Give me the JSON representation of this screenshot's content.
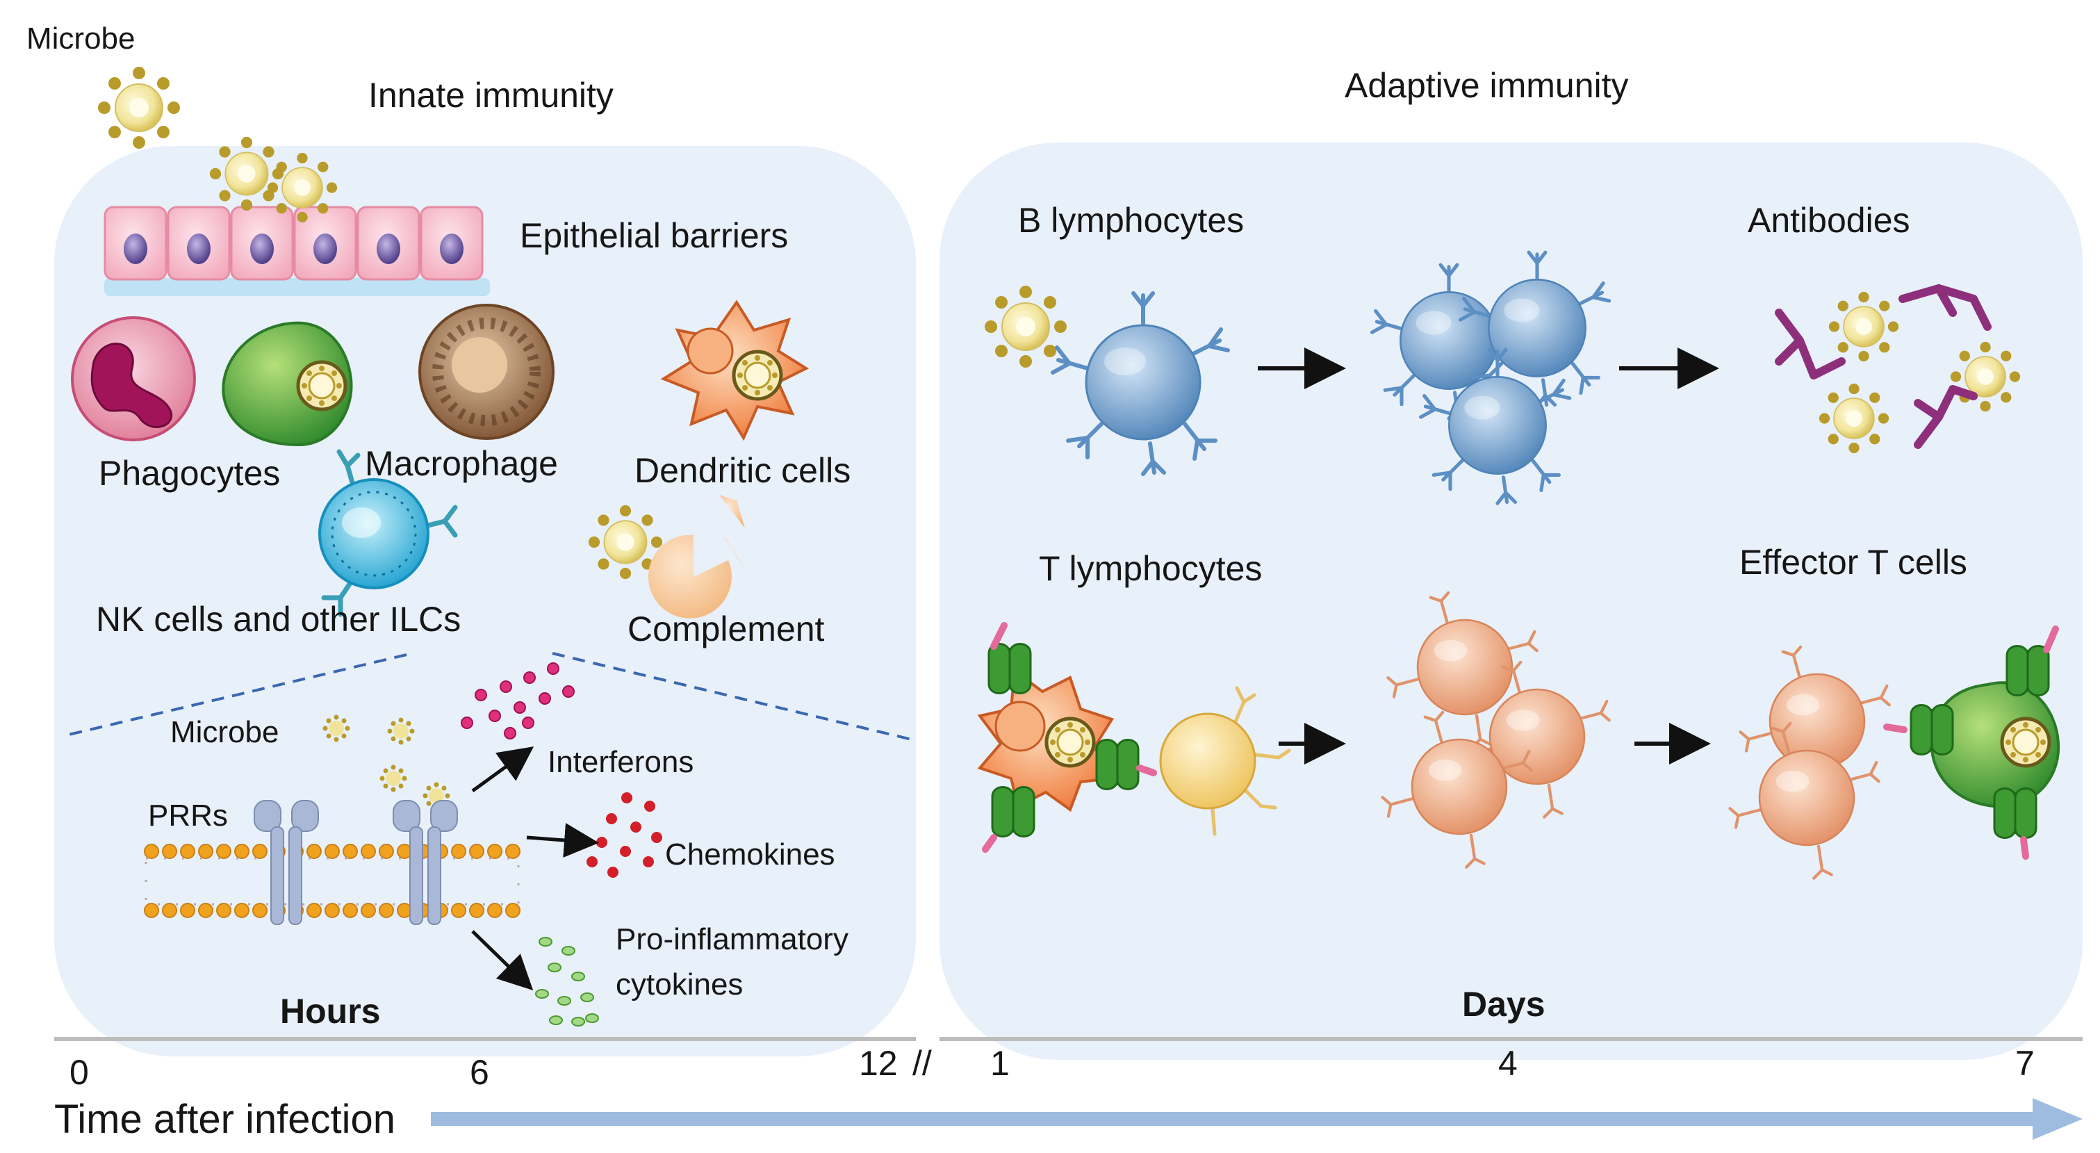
{
  "colors": {
    "panel_fill": "#e8f0fa",
    "membrane_head": "#f0a21e",
    "timeline_arrow": "#9dbce0",
    "bcell": "#5c8fc4",
    "tcell_naive": "#f2d27a",
    "tcell_effector": "#e8a27c",
    "antibody": "#8e2f7c",
    "interferon": "#e0307a",
    "chemokine": "#d21f2a",
    "cytokine": "#6cb84a"
  },
  "innate": {
    "microbe_label": "Microbe",
    "title": "Innate immunity",
    "epithelial": "Epithelial barriers",
    "phagocytes": "Phagocytes",
    "macrophage": "Macrophage",
    "dendritic": "Dendritic cells",
    "nk": "NK cells and other ILCs",
    "complement": "Complement",
    "inset": {
      "microbe": "Microbe",
      "prrs": "PRRs",
      "interferons": "Interferons",
      "chemokines": "Chemokines",
      "cytokines_line1": "Pro-inflammatory",
      "cytokines_line2": "cytokines"
    },
    "hours": "Hours"
  },
  "adaptive": {
    "title": "Adaptive immunity",
    "b_lymph": "B lymphocytes",
    "antibodies": "Antibodies",
    "t_lymph": "T lymphocytes",
    "effector": "Effector T cells",
    "days": "Days"
  },
  "timeline": {
    "ticks": [
      "0",
      "6",
      "12",
      "//",
      "1",
      "4",
      "7"
    ],
    "axis_label": "Time after infection"
  }
}
